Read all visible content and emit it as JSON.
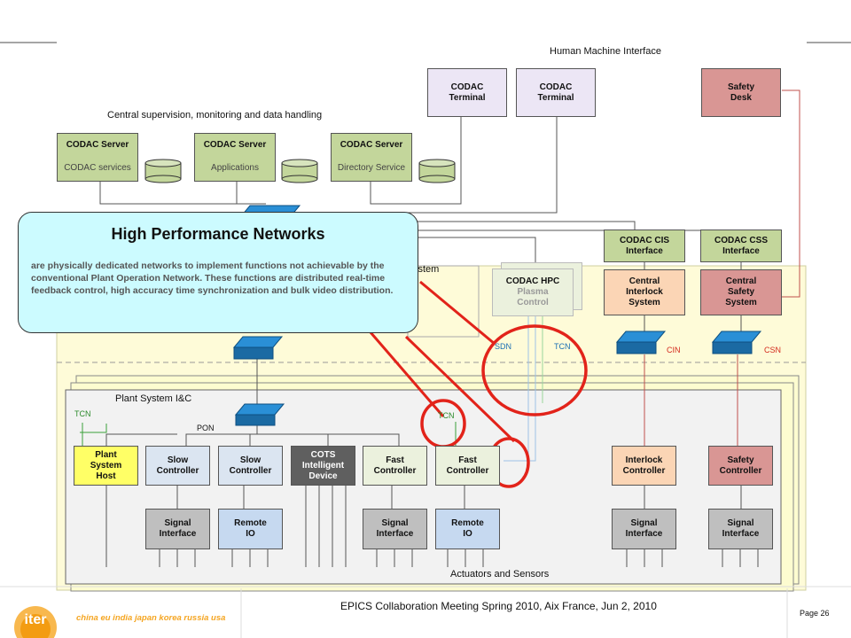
{
  "diagram": {
    "hmi_title": "Human Machine Interface",
    "central_title": "Central supervision, monitoring and data handling",
    "plant_title": "Plant System I&C",
    "actuators": "Actuators and Sensors",
    "system_partial": "ystem",
    "terminals": [
      {
        "line1": "CODAC",
        "line2": "Terminal"
      },
      {
        "line1": "CODAC",
        "line2": "Terminal"
      }
    ],
    "safety_desk": {
      "line1": "Safety",
      "line2": "Desk"
    },
    "servers": [
      {
        "title": "CODAC Server",
        "service": "CODAC services"
      },
      {
        "title": "CODAC Server",
        "service": "Applications"
      },
      {
        "title": "CODAC Server",
        "service": "Directory Service"
      }
    ],
    "hpc": {
      "title": "CODAC HPC",
      "line1": "Plasma",
      "line2": "Control"
    },
    "cis_interface": {
      "line1": "CODAC CIS",
      "line2": "Interface"
    },
    "css_interface": {
      "line1": "CODAC CSS",
      "line2": "Interface"
    },
    "cis_system": {
      "line1": "Central",
      "line2": "Interlock",
      "line3": "System"
    },
    "css_system": {
      "line1": "Central",
      "line2": "Safety",
      "line3": "System"
    },
    "networks": {
      "sdn": "SDN",
      "tcn": "TCN",
      "cin": "CIN",
      "csn": "CSN",
      "pon": "PON",
      "tcn_left": "TCN",
      "tcn_mid": "TCN"
    },
    "controllers": [
      {
        "line1": "Plant",
        "line2": "System",
        "line3": "Host"
      },
      {
        "line1": "Slow",
        "line2": "Controller"
      },
      {
        "line1": "Slow",
        "line2": "Controller"
      },
      {
        "line1": "COTS",
        "line2": "Intelligent",
        "line3": "Device"
      },
      {
        "line1": "Fast",
        "line2": "Controller"
      },
      {
        "line1": "Fast",
        "line2": "Controller"
      },
      {
        "line1": "Interlock",
        "line2": "Controller"
      },
      {
        "line1": "Safety",
        "line2": "Controller"
      }
    ],
    "io": [
      {
        "line1": "Signal",
        "line2": "Interface"
      },
      {
        "line1": "Remote",
        "line2": "IO"
      },
      {
        "line1": "Signal",
        "line2": "Interface"
      },
      {
        "line1": "Remote",
        "line2": "IO"
      },
      {
        "line1": "Signal",
        "line2": "Interface"
      },
      {
        "line1": "Signal",
        "line2": "Interface"
      }
    ]
  },
  "callout": {
    "title": "High Performance Networks",
    "body": "are physically dedicated networks to implement functions not achievable by the conventional Plant Operation Network. These functions are distributed real-time feedback control, high accuracy time synchronization and bulk video distribution."
  },
  "footer": {
    "text": "EPICS Collaboration Meeting Spring 2010, Aix France, Jun 2, 2010",
    "page": "Page 26",
    "logo": "iter",
    "countries": "china eu india japan korea russia usa"
  },
  "colors": {
    "server_green": "#c3d69b",
    "terminal_lilac": "#ece6f5",
    "safety_red": "#d99694",
    "interlock_orange": "#fbd5b5",
    "fast_green": "#ebf1dd",
    "slow_blue": "#dbe5f1",
    "remote_blue": "#c6d9f0",
    "grey_io": "#bfbfbf",
    "cots_dark": "#5f5f5f",
    "host_yellow": "#ffff66",
    "callout_cyan": "#ccfbff",
    "circle_red": "#e2231a",
    "switch_blue": "#1b75bb"
  }
}
